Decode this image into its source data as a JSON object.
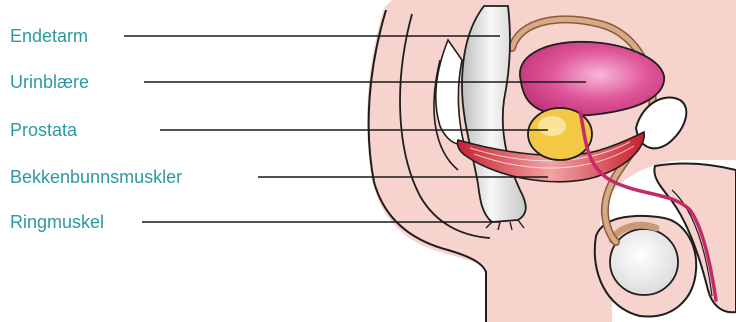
{
  "colors": {
    "label_text": "#2a9aa0",
    "leader_line": "#1a1a1a",
    "skin": "#f6d3cd",
    "outline": "#1e1e1e",
    "rectum": "#ececec",
    "bladder": "#e0569a",
    "prostate": "#f3c844",
    "muscle": "#d9333f",
    "duct": "#c99a7a",
    "urethra": "#c42a6a"
  },
  "labels": [
    {
      "text": "Endetarm"
    },
    {
      "text": "Urinblære"
    },
    {
      "text": "Prostata"
    },
    {
      "text": "Bekkenbunnsmuskler"
    },
    {
      "text": "Ringmuskel"
    }
  ]
}
